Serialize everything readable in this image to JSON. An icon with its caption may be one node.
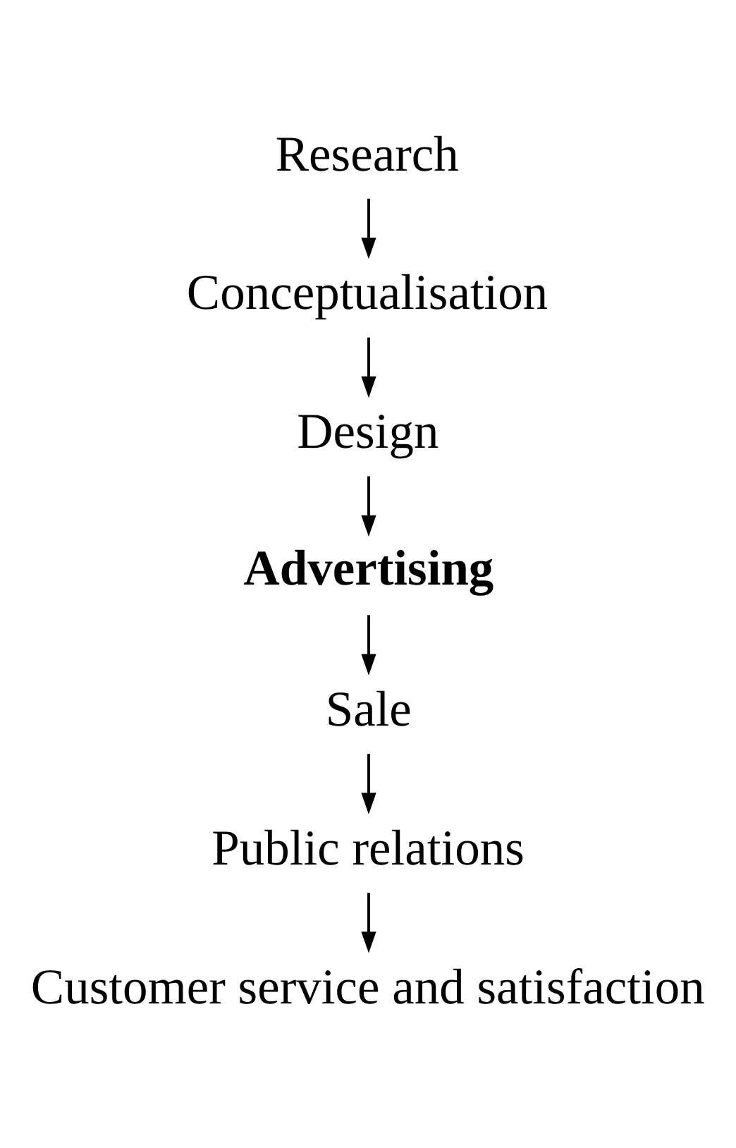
{
  "diagram": {
    "nodes": [
      {
        "text": [
          "Research"
        ]
      },
      {
        "text": [
          "Conceptualisation"
        ]
      },
      {
        "text": [
          "Design"
        ]
      },
      {
        "text": [
          "Advertising"
        ]
      },
      {
        "text": [
          "Sale"
        ]
      },
      {
        "text": [
          "Public relations"
        ]
      },
      {
        "text": [
          "Customer service and satisfaction"
        ]
      }
    ],
    "edges": [
      {
        "from": 0,
        "to": 1,
        "arrow": "to"
      },
      {
        "from": 1,
        "to": 2,
        "arrow": "to"
      },
      {
        "from": 2,
        "to": 3,
        "arrow": "to"
      },
      {
        "from": 3,
        "to": 4,
        "arrow": "to"
      },
      {
        "from": 4,
        "to": 5,
        "arrow": "to"
      },
      {
        "from": 5,
        "to": 6,
        "arrow": "to"
      }
    ]
  }
}
